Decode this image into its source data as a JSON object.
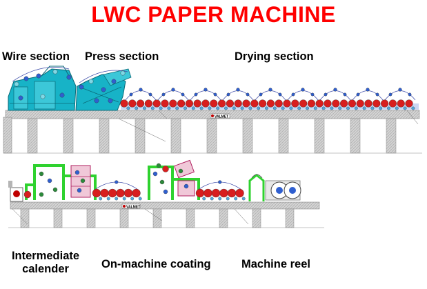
{
  "title": "LWC PAPER MACHINE",
  "labels": {
    "wire_section": "Wire section",
    "press_section": "Press section",
    "drying_section": "Drying section",
    "intermediate_calender_line1": "Intermediate",
    "intermediate_calender_line2": "calender",
    "on_machine_coating": "On-machine coating",
    "machine_reel": "Machine reel"
  },
  "brand_plate": "VALMET",
  "colors": {
    "title": "#ff0000",
    "wire_press_frame": "#17b3c7",
    "calender_coating_frame": "#2fd22f",
    "dryer_cylinder": "#d81e1e",
    "felt_roll": "#2f5fd0",
    "floor": "#c8c8c8"
  }
}
